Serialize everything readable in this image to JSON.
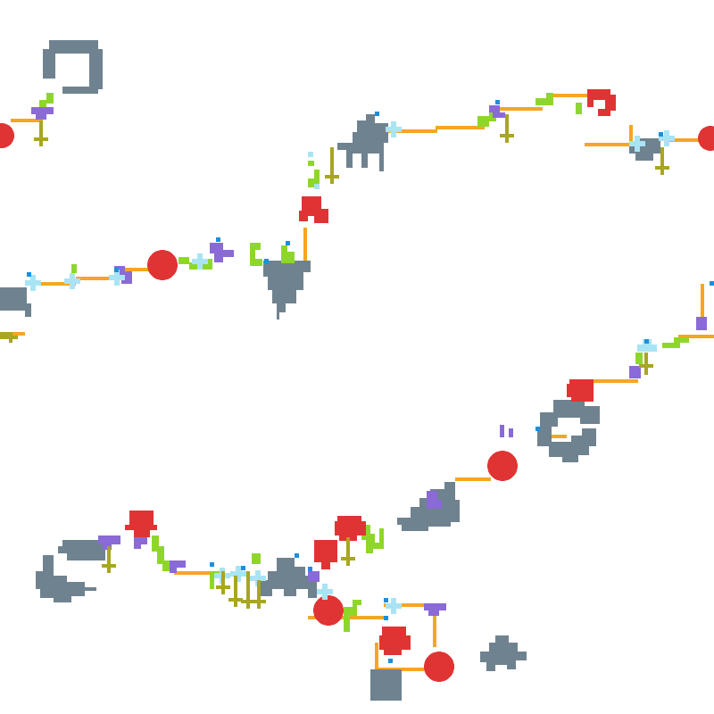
{
  "scene": {
    "title": "",
    "background": "#ffffff",
    "colors": {
      "rock": "#6f8290",
      "orb": "#e03434",
      "path": "#f5a623",
      "vine": "#8fd62b",
      "crystal": "#8a6ad6",
      "spark": "#a8e4f4",
      "dot": "#1a8fe0",
      "marker": "#a8a622"
    },
    "legend": [
      "rock-obstacle",
      "red-orb",
      "orange-path",
      "green-vine",
      "purple-crystal",
      "ice-spark",
      "blue-dot",
      "olive-cross-marker"
    ]
  }
}
